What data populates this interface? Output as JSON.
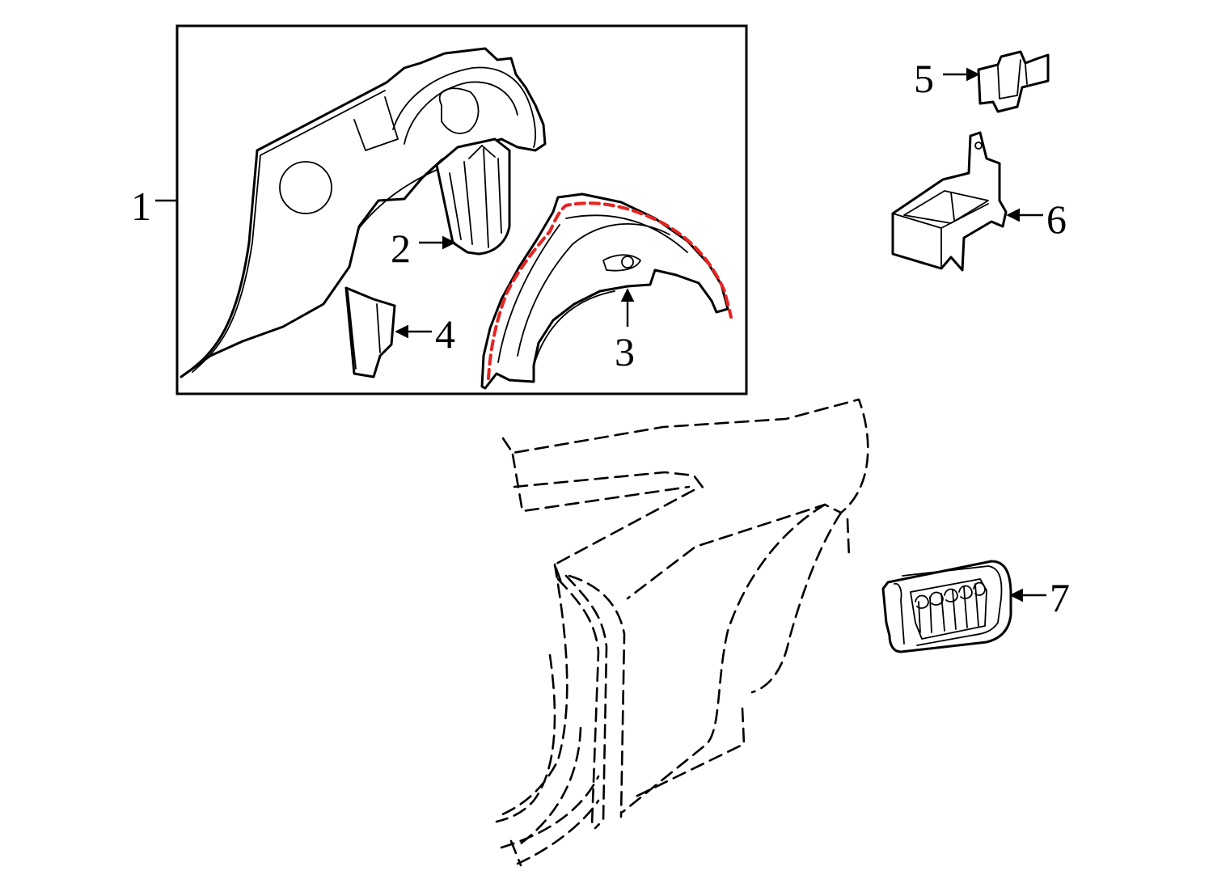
{
  "colors": {
    "highlight_fill": "#a9d8f0",
    "seam_line": "#e52421",
    "line": "#000000",
    "background": "#ffffff"
  },
  "callouts": [
    {
      "id": "1",
      "label": "1"
    },
    {
      "id": "2",
      "label": "2"
    },
    {
      "id": "3",
      "label": "3"
    },
    {
      "id": "4",
      "label": "4"
    },
    {
      "id": "5",
      "label": "5"
    },
    {
      "id": "6",
      "label": "6"
    },
    {
      "id": "7",
      "label": "7"
    }
  ]
}
